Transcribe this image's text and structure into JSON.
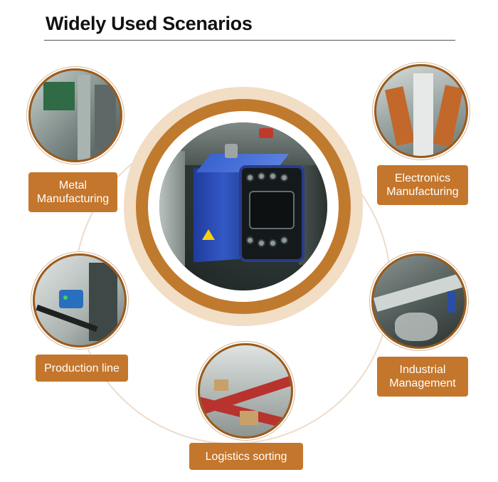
{
  "title": "Widely Used Scenarios",
  "colors": {
    "accent": "#c4762c",
    "ring_dark": "#9a5a1a",
    "ring_light": "#f2ddc5",
    "device_blue": "#3358c6"
  },
  "scenarios": [
    {
      "label_line1": "Metal",
      "label_line2": "Manufacturing"
    },
    {
      "label_line1": "Electronics",
      "label_line2": "Manufacturing"
    },
    {
      "label_line1": "Production line",
      "label_line2": ""
    },
    {
      "label_line1": "Industrial",
      "label_line2": "Management"
    },
    {
      "label_line1": "Logistics sorting",
      "label_line2": ""
    }
  ]
}
